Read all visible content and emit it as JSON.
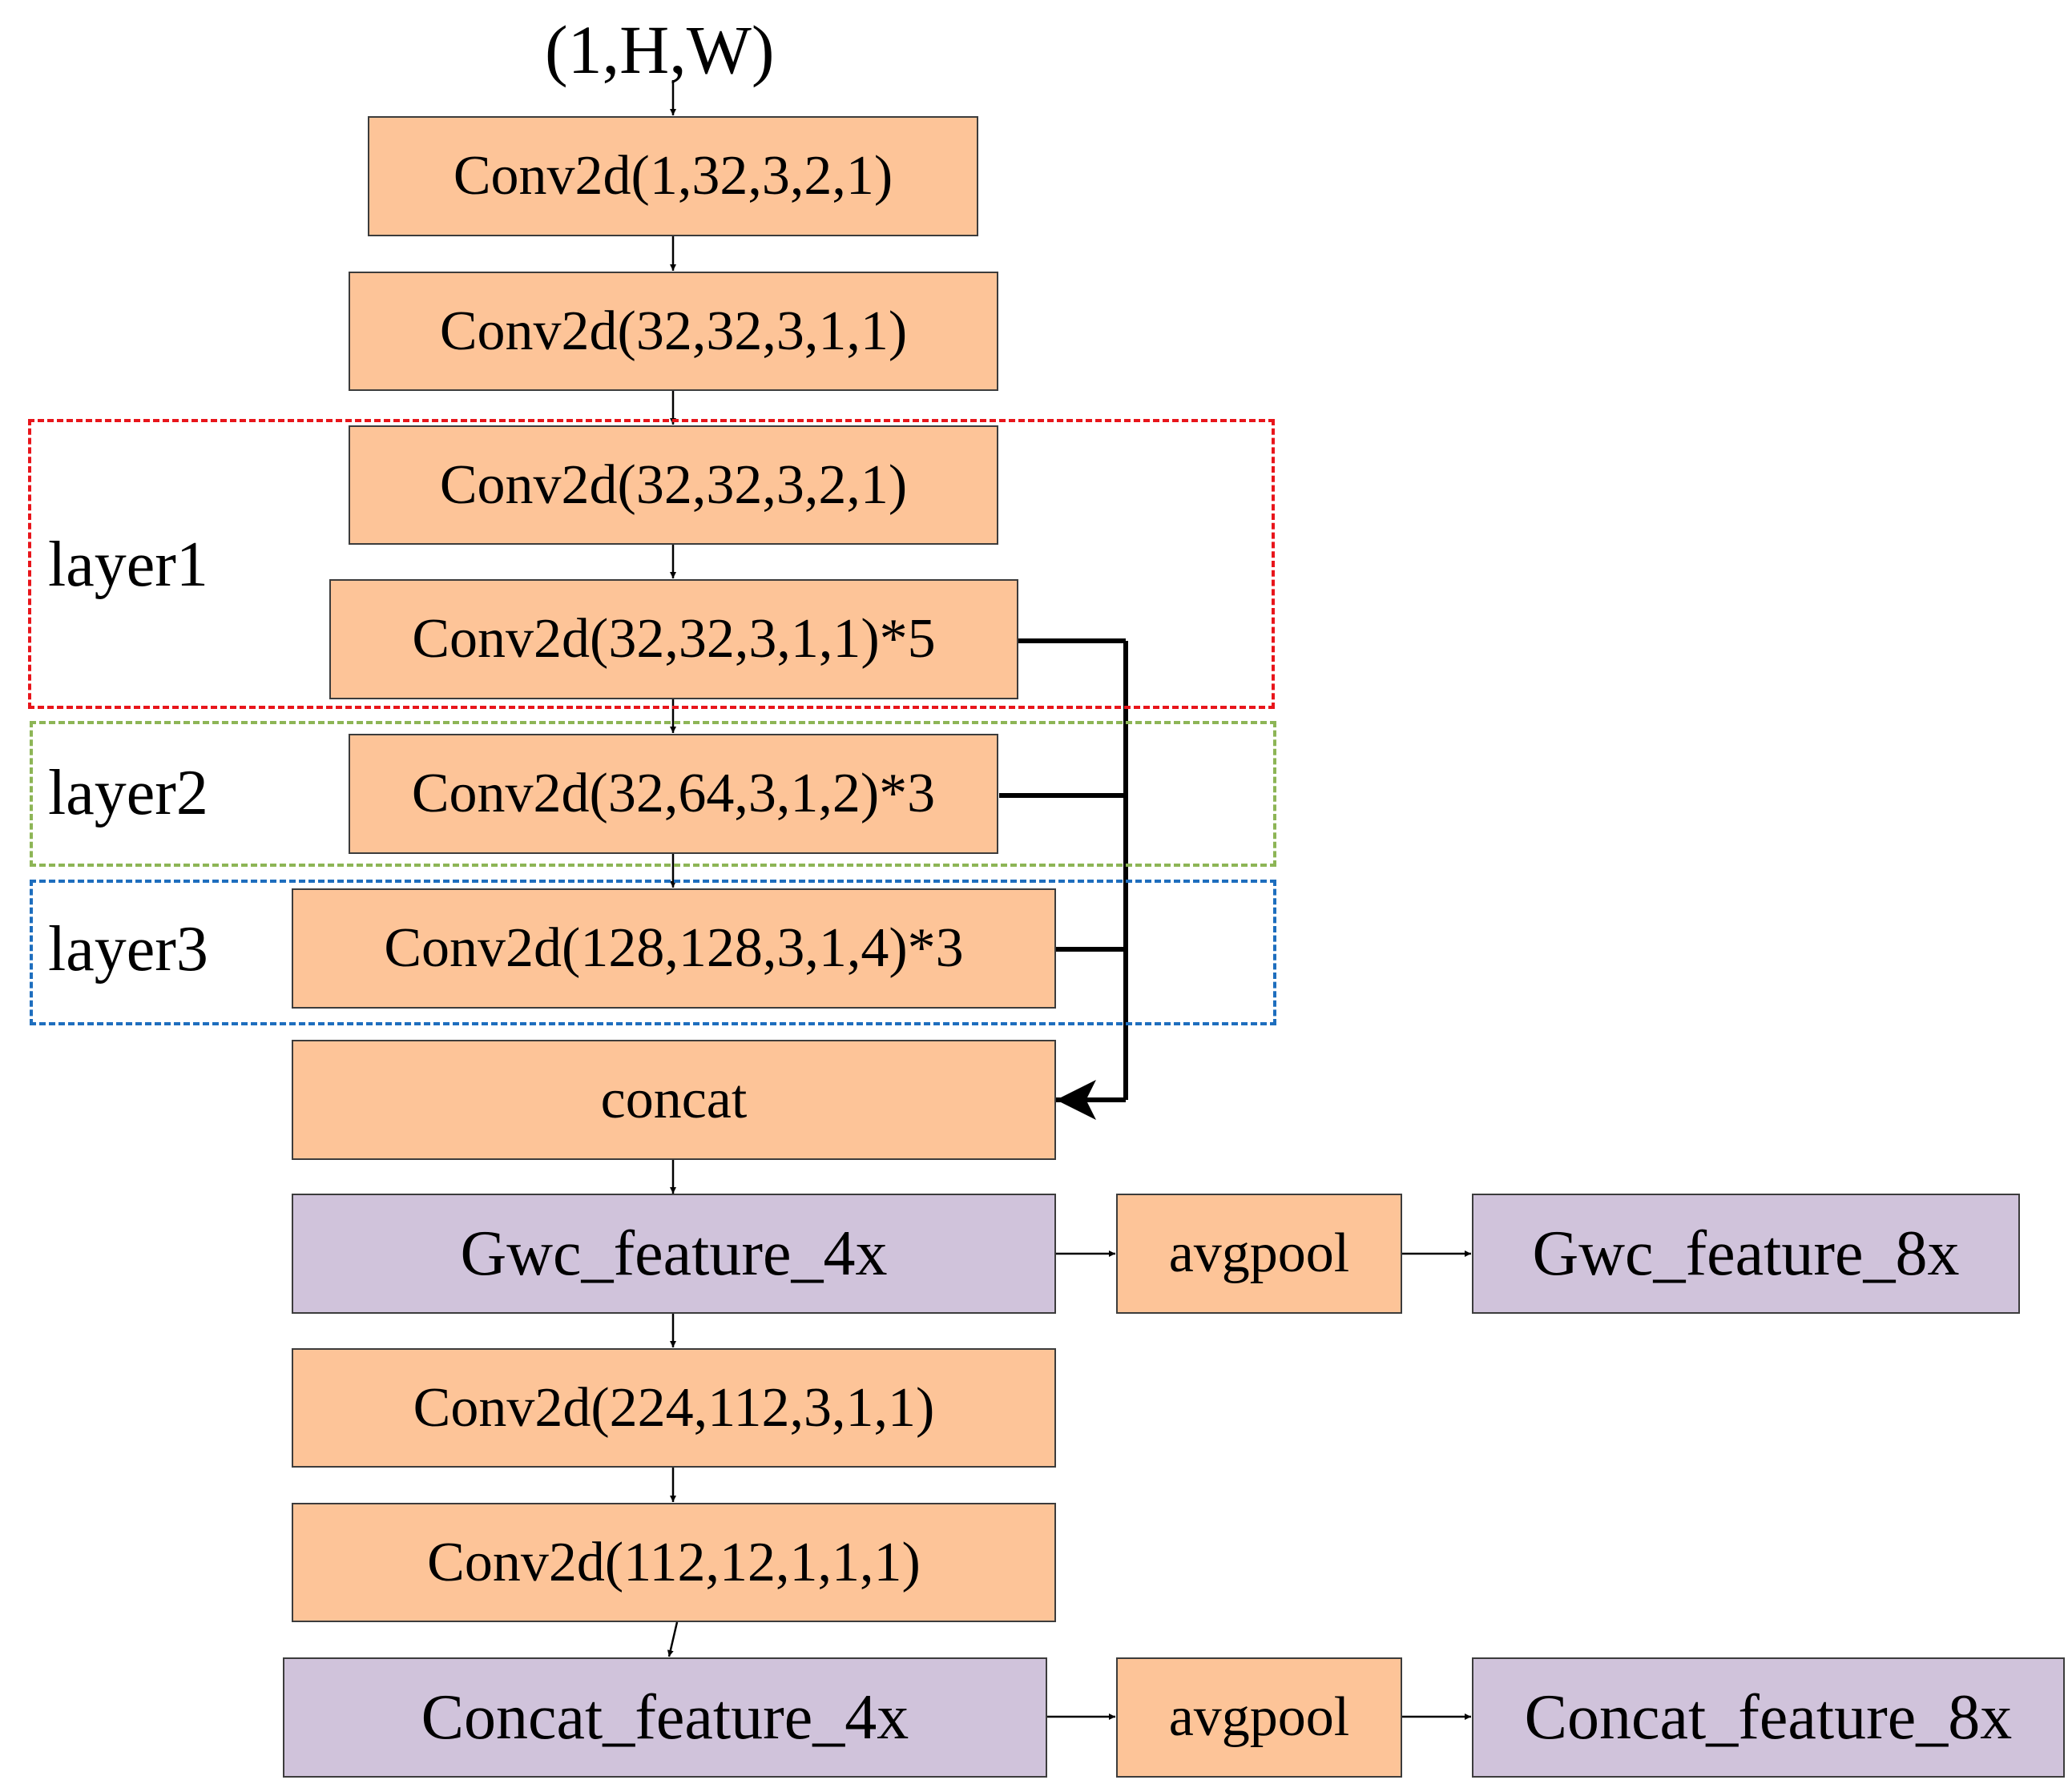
{
  "input_label": "(1,H,W)",
  "groups": {
    "layer1": {
      "label": "layer1",
      "color": "#e8151b"
    },
    "layer2": {
      "label": "layer2",
      "color": "#8db556"
    },
    "layer3": {
      "label": "layer3",
      "color": "#1e6ebe"
    }
  },
  "blocks": {
    "conv1": "Conv2d(1,32,3,2,1)",
    "conv2": "Conv2d(32,32,3,1,1)",
    "conv3": "Conv2d(32,32,3,2,1)",
    "conv4": "Conv2d(32,32,3,1,1)*5",
    "conv5": "Conv2d(32,64,3,1,2)*3",
    "conv6": "Conv2d(128,128,3,1,4)*3",
    "concat": "concat",
    "gwc4x": "Gwc_feature_4x",
    "avgpool1": "avgpool",
    "gwc8x": "Gwc_feature_8x",
    "conv7": "Conv2d(224,112,3,1,1)",
    "conv8": "Conv2d(112,12,1,1,1)",
    "concat4x": "Concat_feature_4x",
    "avgpool2": "avgpool",
    "concat8x": "Concat_feature_8x"
  },
  "colors": {
    "operation_fill": "#fdc498",
    "feature_fill": "#d0c3db",
    "line": "#000000"
  }
}
